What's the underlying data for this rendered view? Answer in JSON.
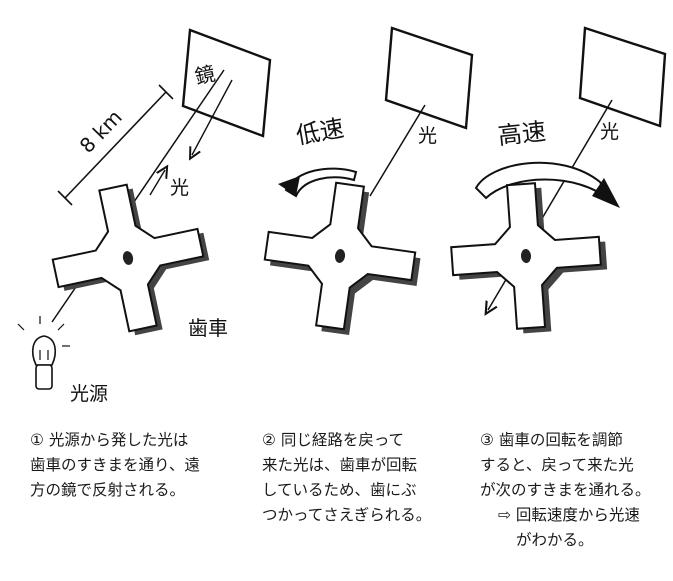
{
  "labels": {
    "mirror": "鏡",
    "distance": "8 km",
    "light": "光",
    "light_source": "光源",
    "gear": "歯車",
    "low_speed": "低速",
    "high_speed": "高速"
  },
  "captions": [
    {
      "lines": [
        "① 光源から発した光は",
        "歯車のすきまを通り、遠",
        "方の鏡で反射される。"
      ]
    },
    {
      "lines": [
        "② 同じ経路を戻って",
        "来た光は、歯車が回転",
        "しているため、歯にぶ",
        "つかってさえぎられる。"
      ]
    },
    {
      "lines": [
        "③ 歯車の回転を調節",
        "すると、戻って来た光",
        "が次のすきまを通れる。"
      ],
      "note": [
        "⇨ 回転速度から光速",
        "がわかる。"
      ]
    }
  ]
}
